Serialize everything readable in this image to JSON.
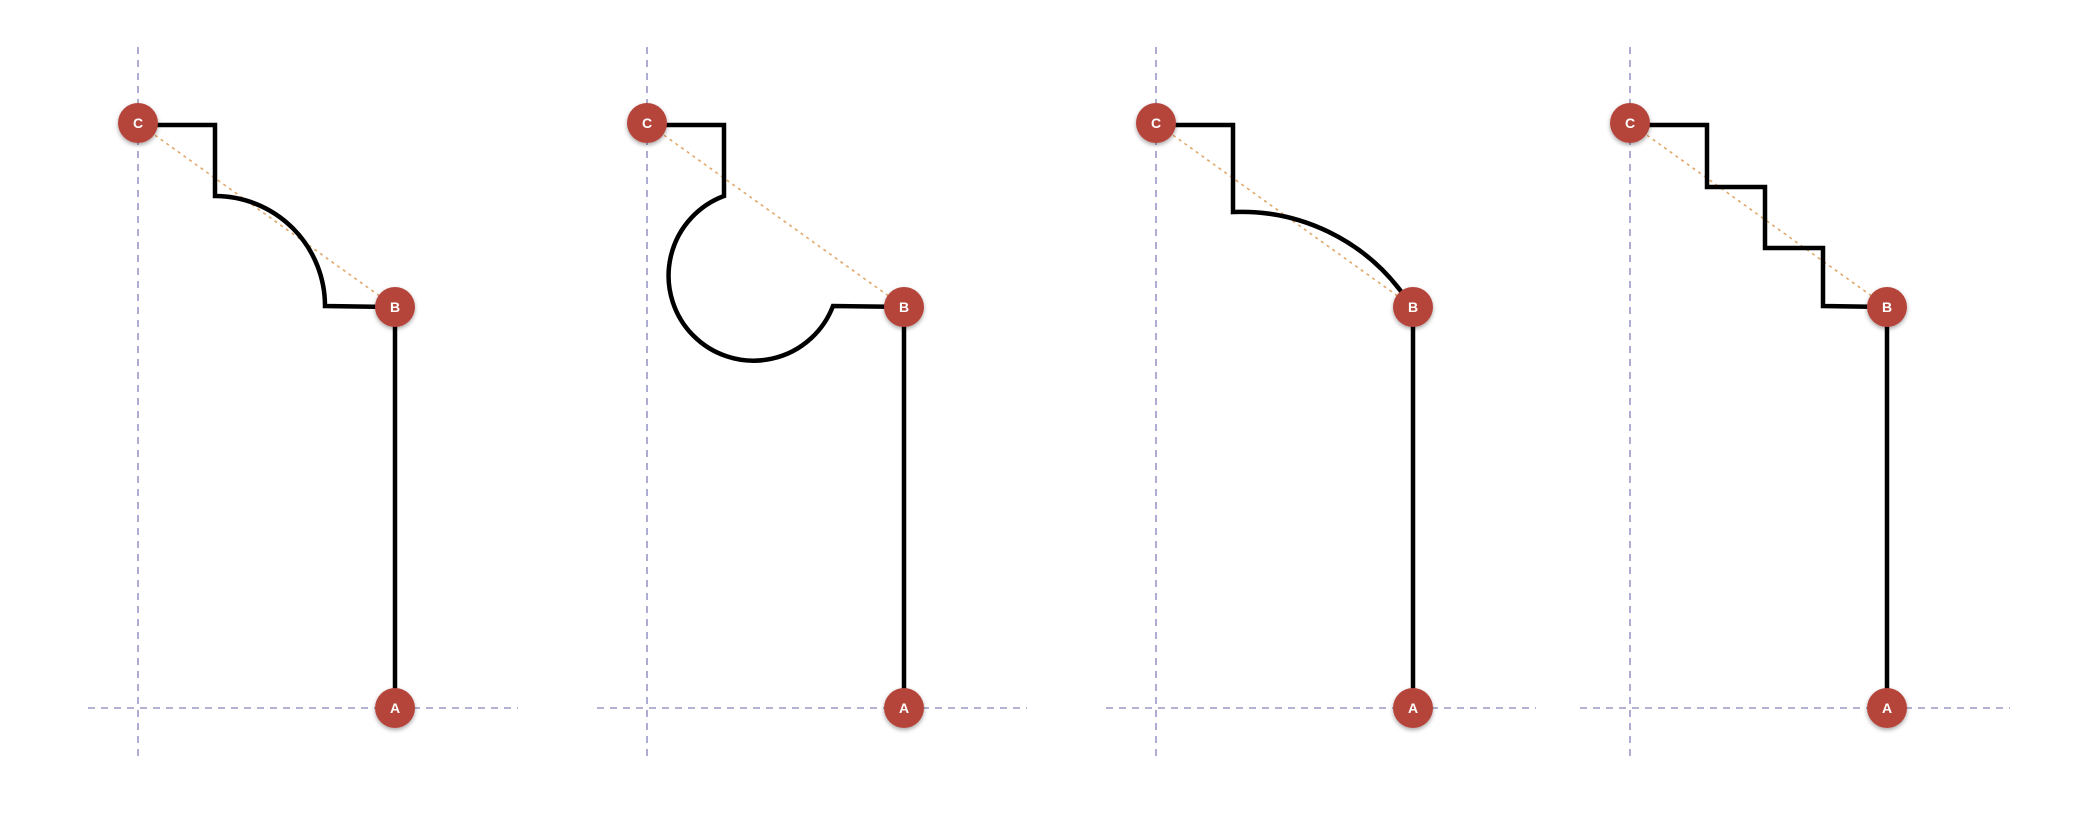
{
  "colors": {
    "background": "#ffffff",
    "guide": "#9a98c4",
    "chord": "#e0a86a",
    "profile": "#000000",
    "node": "#b5443a",
    "node_label": "#ffffff"
  },
  "node_labels": {
    "a": "A",
    "b": "B",
    "c": "C"
  },
  "panels": [
    {
      "variant": "quarter-arc-notch"
    },
    {
      "variant": "large-round-bulge"
    },
    {
      "variant": "shallow-arc-to-b"
    },
    {
      "variant": "stepped-staircase"
    }
  ]
}
